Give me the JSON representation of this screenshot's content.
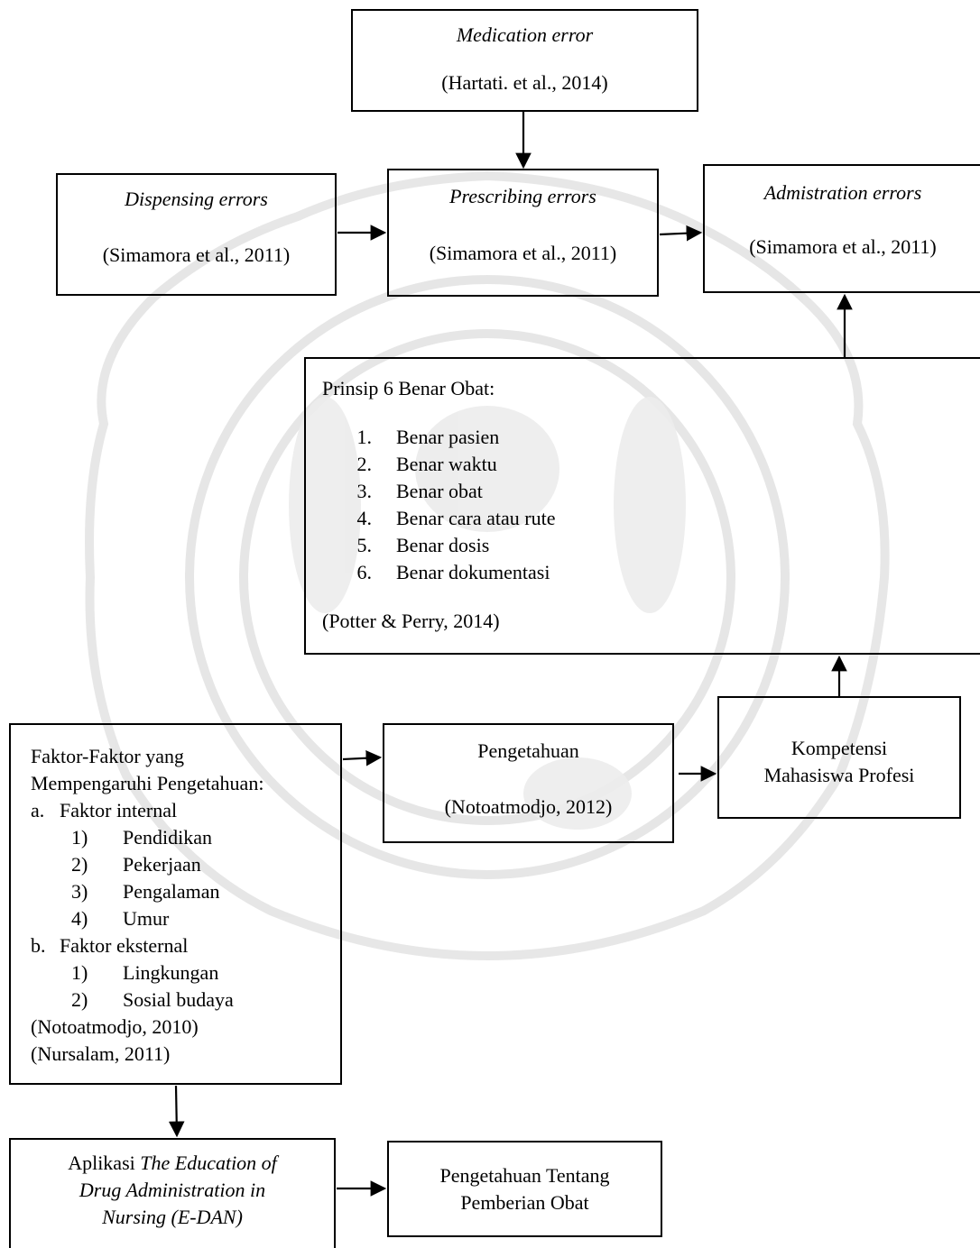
{
  "medication_error": {
    "title": "Medication error",
    "citation": "(Hartati. et al., 2014)"
  },
  "dispensing_errors": {
    "title": "Dispensing  errors",
    "citation": "(Simamora et al., 2011)"
  },
  "prescribing_errors": {
    "title": "Prescribing errors",
    "citation": "(Simamora et al., 2011)"
  },
  "administration_errors": {
    "title": "Admistration errors",
    "citation": "(Simamora et al., 2011)"
  },
  "prinsip": {
    "title": "Prinsip 6 Benar Obat:",
    "items": [
      {
        "num": "1.",
        "text": "Benar pasien"
      },
      {
        "num": "2.",
        "text": "Benar waktu"
      },
      {
        "num": "3.",
        "text": "Benar obat"
      },
      {
        "num": "4.",
        "text": "Benar cara atau rute"
      },
      {
        "num": "5.",
        "text": "Benar dosis"
      },
      {
        "num": "6.",
        "text": "Benar dokumentasi"
      }
    ],
    "citation": "(Potter & Perry, 2014)"
  },
  "faktor": {
    "title_line1": "Faktor-Faktor yang",
    "title_line2": "Mempengaruhi Pengetahuan:",
    "internal": {
      "marker": "a.",
      "label": "Faktor internal",
      "items": [
        {
          "num": "1)",
          "text": "Pendidikan"
        },
        {
          "num": "2)",
          "text": "Pekerjaan"
        },
        {
          "num": "3)",
          "text": "Pengalaman"
        },
        {
          "num": "4)",
          "text": "Umur"
        }
      ]
    },
    "external": {
      "marker": "b.",
      "label": "Faktor eksternal",
      "items": [
        {
          "num": "1)",
          "text": "Lingkungan"
        },
        {
          "num": "2)",
          "text": "Sosial budaya"
        }
      ]
    },
    "citation1": "(Notoatmodjo, 2010)",
    "citation2": "(Nursalam, 2011)"
  },
  "pengetahuan": {
    "title": "Pengetahuan",
    "citation": "(Notoatmodjo, 2012)"
  },
  "kompetensi": {
    "line1": "Kompetensi",
    "line2": "Mahasiswa Profesi"
  },
  "aplikasi": {
    "prefix": "Aplikasi ",
    "italic1": "The Education of",
    "italic2": "Drug Administration in",
    "italic3": "Nursing (E-DAN)"
  },
  "pengetahuan_tentang": {
    "line1": "Pengetahuan Tentang",
    "line2": "Pemberian Obat"
  }
}
